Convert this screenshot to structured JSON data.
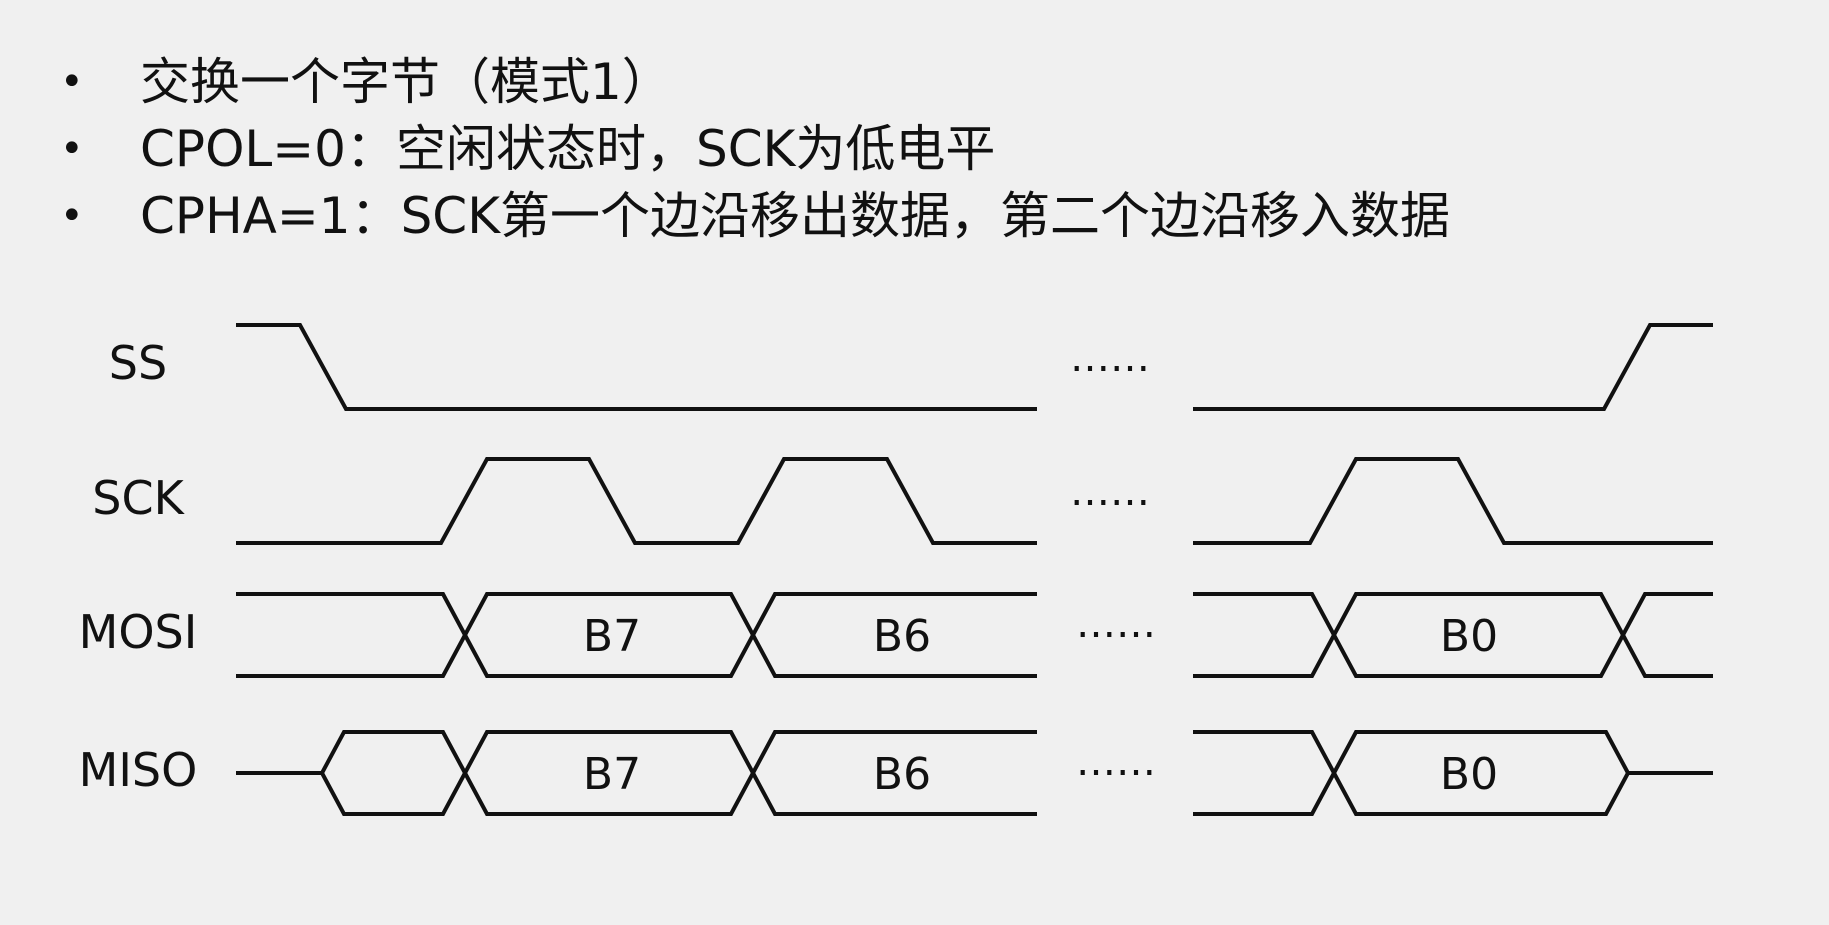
{
  "bullets": [
    {
      "symbol": "•",
      "text": "交换一个字节（模式1）"
    },
    {
      "symbol": "•",
      "text": "CPOL=0：空闲状态时，SCK为低电平"
    },
    {
      "symbol": "•",
      "text": "CPHA=1：SCK第一个边沿移出数据，第二个边沿移入数据"
    }
  ],
  "signals": {
    "ss": {
      "label": "SS"
    },
    "sck": {
      "label": "SCK"
    },
    "mosi": {
      "label": "MOSI",
      "bytes": [
        "B7",
        "B6",
        "B0"
      ]
    },
    "miso": {
      "label": "MISO",
      "bytes": [
        "B7",
        "B6",
        "B0"
      ]
    }
  },
  "ellipsis": "……",
  "colors": {
    "background": "#f0f0f0",
    "ink": "#111111"
  }
}
